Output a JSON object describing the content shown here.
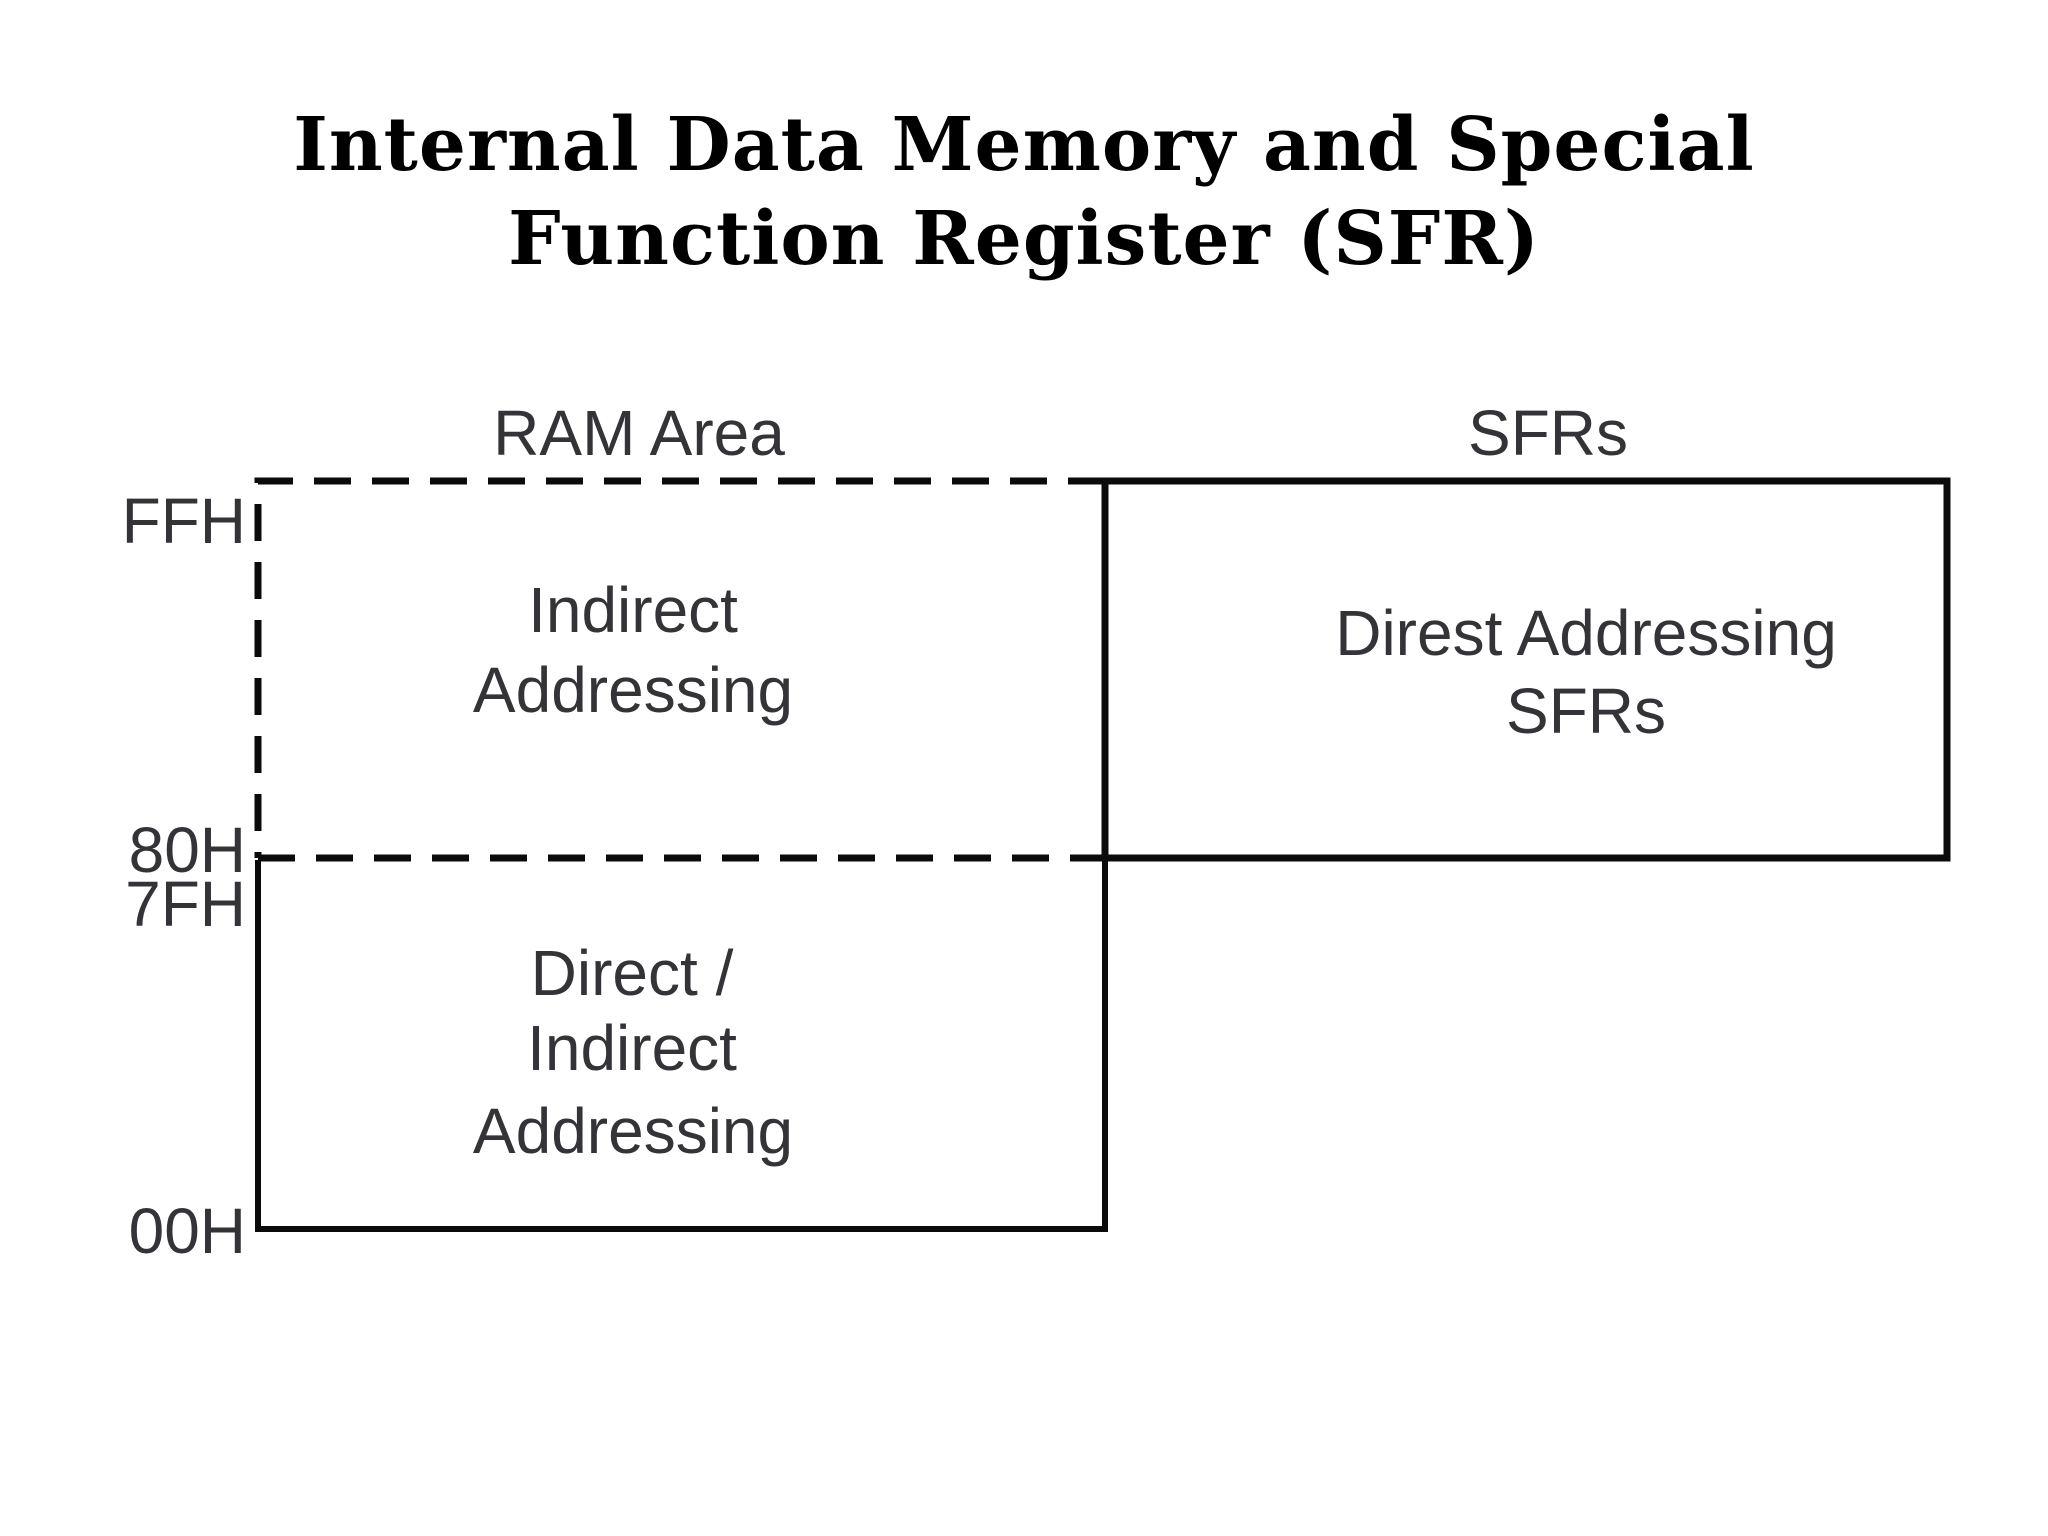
{
  "title": {
    "line1": "Internal Data Memory and Special",
    "line2": "Function Register (SFR)"
  },
  "diagram": {
    "headers": {
      "ram_area": "RAM Area",
      "sfrs": "SFRs"
    },
    "address_labels": {
      "ffh": "FFH",
      "h80": "80H",
      "h7f": "7FH",
      "h00": "00H"
    },
    "regions": {
      "indirect": {
        "line1": "Indirect",
        "line2": "Addressing"
      },
      "sfr": {
        "line1": "Direst Addressing",
        "line2": "SFRs"
      },
      "direct_indirect": {
        "line1": "Direct /",
        "line2": "Indirect",
        "line3": "Addressing"
      }
    },
    "colors": {
      "background": "#ffffff",
      "title_text": "#000000",
      "label_text": "#333338",
      "line": "#0b0b0c"
    }
  }
}
